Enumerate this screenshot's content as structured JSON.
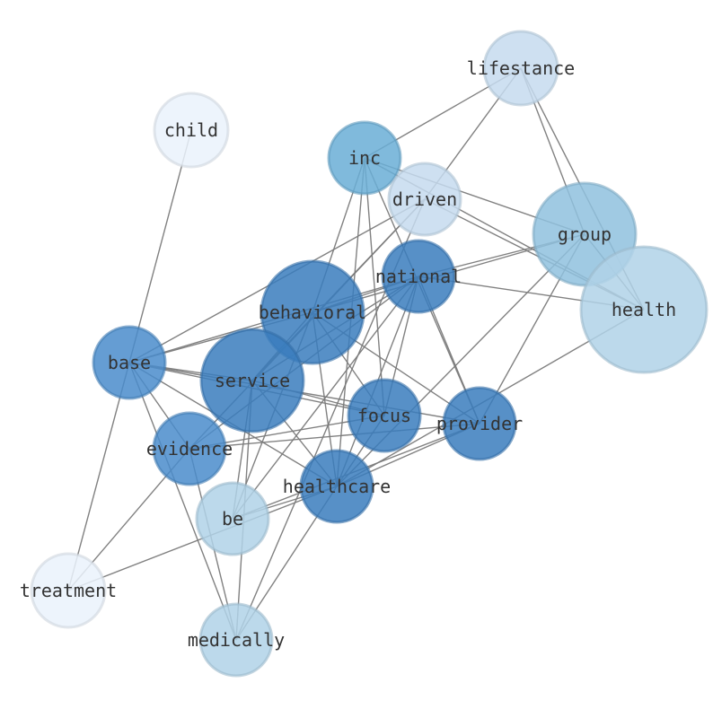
{
  "nodes": [
    {
      "id": "lifestance",
      "label": "lifestance",
      "color": "#c6dbef"
    },
    {
      "id": "child",
      "label": "child",
      "color": "#eaf2fb"
    },
    {
      "id": "inc",
      "label": "inc",
      "color": "#6aaed6"
    },
    {
      "id": "driven",
      "label": "driven",
      "color": "#c6dbef"
    },
    {
      "id": "group",
      "label": "group",
      "color": "#8fc1de"
    },
    {
      "id": "health",
      "label": "health",
      "color": "#b0d2e7"
    },
    {
      "id": "national",
      "label": "national",
      "color": "#3a7dbd"
    },
    {
      "id": "behavioral",
      "label": "behavioral",
      "color": "#3a7dbd"
    },
    {
      "id": "base",
      "label": "base",
      "color": "#4a8ccb"
    },
    {
      "id": "service",
      "label": "service",
      "color": "#3a7dbd"
    },
    {
      "id": "focus",
      "label": "focus",
      "color": "#3a7dbd"
    },
    {
      "id": "provider",
      "label": "provider",
      "color": "#3a7dbd"
    },
    {
      "id": "evidence",
      "label": "evidence",
      "color": "#4a8ccb"
    },
    {
      "id": "healthcare",
      "label": "healthcare",
      "color": "#3a7dbd"
    },
    {
      "id": "be",
      "label": "be",
      "color": "#b0d2e7"
    },
    {
      "id": "treatment",
      "label": "treatment",
      "color": "#eaf2fb"
    },
    {
      "id": "medically",
      "label": "medically",
      "color": "#b0d2e7"
    }
  ],
  "edges": [
    [
      "lifestance",
      "inc"
    ],
    [
      "lifestance",
      "driven"
    ],
    [
      "lifestance",
      "group"
    ],
    [
      "lifestance",
      "health"
    ],
    [
      "child",
      "base"
    ],
    [
      "inc",
      "group"
    ],
    [
      "inc",
      "health"
    ],
    [
      "inc",
      "provider"
    ],
    [
      "inc",
      "healthcare"
    ],
    [
      "inc",
      "focus"
    ],
    [
      "inc",
      "behavioral"
    ],
    [
      "driven",
      "base"
    ],
    [
      "driven",
      "service"
    ],
    [
      "driven",
      "evidence"
    ],
    [
      "driven",
      "health"
    ],
    [
      "driven",
      "medically"
    ],
    [
      "group",
      "national"
    ],
    [
      "group",
      "behavioral"
    ],
    [
      "group",
      "provider"
    ],
    [
      "group",
      "health"
    ],
    [
      "group",
      "healthcare"
    ],
    [
      "health",
      "national"
    ],
    [
      "health",
      "healthcare"
    ],
    [
      "national",
      "behavioral"
    ],
    [
      "national",
      "base"
    ],
    [
      "national",
      "service"
    ],
    [
      "national",
      "focus"
    ],
    [
      "national",
      "provider"
    ],
    [
      "national",
      "evidence"
    ],
    [
      "national",
      "healthcare"
    ],
    [
      "national",
      "be"
    ],
    [
      "behavioral",
      "service"
    ],
    [
      "behavioral",
      "focus"
    ],
    [
      "behavioral",
      "provider"
    ],
    [
      "behavioral",
      "healthcare"
    ],
    [
      "behavioral",
      "be"
    ],
    [
      "behavioral",
      "base"
    ],
    [
      "base",
      "service"
    ],
    [
      "base",
      "focus"
    ],
    [
      "base",
      "provider"
    ],
    [
      "base",
      "healthcare"
    ],
    [
      "base",
      "treatment"
    ],
    [
      "base",
      "medically"
    ],
    [
      "base",
      "evidence"
    ],
    [
      "service",
      "healthcare"
    ],
    [
      "service",
      "focus"
    ],
    [
      "service",
      "be"
    ],
    [
      "service",
      "medically"
    ],
    [
      "focus",
      "evidence"
    ],
    [
      "focus",
      "healthcare"
    ],
    [
      "provider",
      "evidence"
    ],
    [
      "provider",
      "healthcare"
    ],
    [
      "provider",
      "be"
    ],
    [
      "evidence",
      "treatment"
    ],
    [
      "evidence",
      "medically"
    ],
    [
      "healthcare",
      "be"
    ],
    [
      "healthcare",
      "treatment"
    ],
    [
      "healthcare",
      "medically"
    ]
  ]
}
